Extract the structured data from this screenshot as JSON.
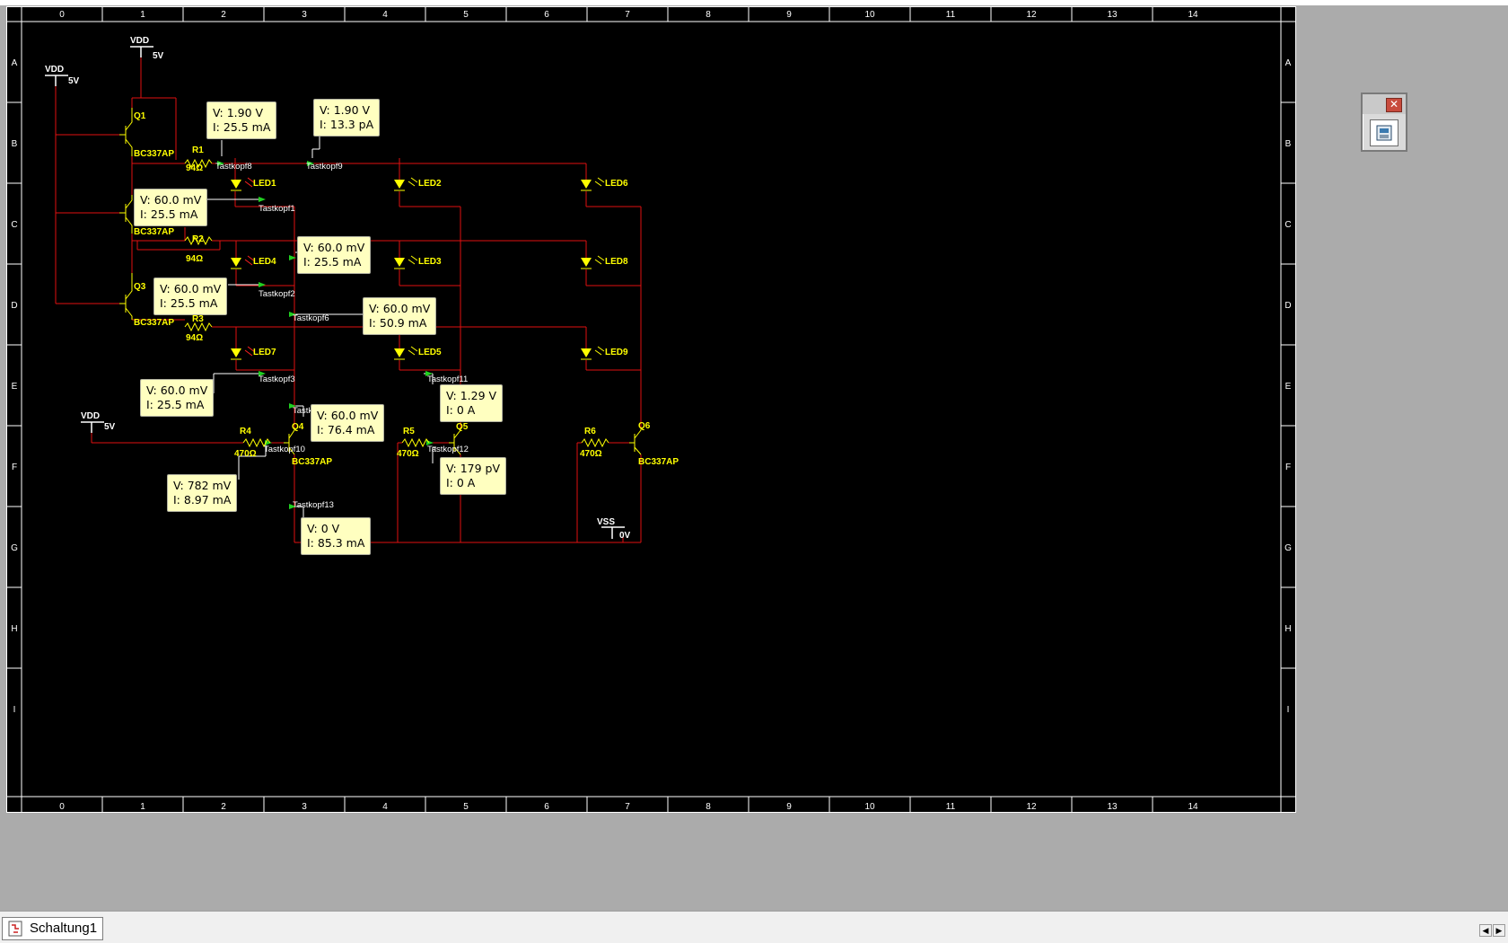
{
  "sheet_tab": {
    "label": "Schaltung1"
  },
  "ruler": {
    "columns": [
      "0",
      "1",
      "2",
      "3",
      "4",
      "5",
      "6",
      "7",
      "8",
      "9",
      "10",
      "11",
      "12",
      "13",
      "14"
    ],
    "rows": [
      "A",
      "B",
      "C",
      "D",
      "E",
      "F",
      "G",
      "H",
      "I"
    ]
  },
  "power": {
    "vdd_1": {
      "name": "VDD",
      "value": "5V"
    },
    "vdd_2": {
      "name": "VDD",
      "value": "5V"
    },
    "vdd_3": {
      "name": "VDD",
      "value": "5V"
    },
    "vss": {
      "name": "VSS",
      "value": "0V"
    }
  },
  "components": {
    "q1": {
      "ref": "Q1",
      "model": "BC337AP"
    },
    "q2": {
      "model": "BC337AP"
    },
    "q3": {
      "ref": "Q3",
      "model": "BC337AP"
    },
    "q4": {
      "ref": "Q4",
      "model": "BC337AP"
    },
    "q5": {
      "ref": "Q5"
    },
    "q6": {
      "ref": "Q6",
      "model": "BC337AP"
    },
    "r1": {
      "ref": "R1",
      "value": "94Ω"
    },
    "r2": {
      "ref": "R2",
      "value": "94Ω"
    },
    "r3": {
      "ref": "R3",
      "value": "94Ω"
    },
    "r4": {
      "ref": "R4",
      "value": "470Ω"
    },
    "r5": {
      "ref": "R5",
      "value": "470Ω"
    },
    "r6": {
      "ref": "R6",
      "value": "470Ω"
    },
    "led1": "LED1",
    "led2": "LED2",
    "led3": "LED3",
    "led4": "LED4",
    "led5": "LED5",
    "led6": "LED6",
    "led7": "LED7",
    "led8": "LED8",
    "led9": "LED9"
  },
  "probes": {
    "tk1": "Tastkopf1",
    "tk2": "Tastkopf2",
    "tk3": "Tastkopf3",
    "tk4": "Tastk",
    "tk6": "Tastkopf6",
    "tk8": "Tastkopf8",
    "tk9": "Tastkopf9",
    "tk10": "Tastkopf10",
    "tk11": "Tastkopf11",
    "tk12": "Tastkopf12",
    "tk13": "Tastkopf13"
  },
  "readouts": {
    "p8": {
      "v": "V: 1.90 V",
      "i": "I: 25.5 mA"
    },
    "p9": {
      "v": "V: 1.90 V",
      "i": "I: 13.3 pA"
    },
    "p1": {
      "v": "V: 60.0 mV",
      "i": "I: 25.5 mA"
    },
    "p4": {
      "v": "V: 60.0 mV",
      "i": "I: 25.5 mA"
    },
    "p2": {
      "v": "V: 60.0 mV",
      "i": "I: 25.5 mA"
    },
    "p6": {
      "v": "V: 60.0 mV",
      "i": "I: 50.9 mA"
    },
    "p3": {
      "v": "V: 60.0 mV",
      "i": "I: 25.5 mA"
    },
    "pq4": {
      "v": "V: 60.0 mV",
      "i": "I: 76.4 mA"
    },
    "p11": {
      "v": "V: 1.29 V",
      "i": "I: 0 A"
    },
    "p10": {
      "v": "V: 782 mV",
      "i": "I: 8.97 mA"
    },
    "p12": {
      "v": "V: 179 pV",
      "i": "I: 0 A"
    },
    "p13": {
      "v": "V: 0 V",
      "i": "I: 85.3 mA"
    }
  },
  "colors": {
    "wire": "#e01010",
    "component": "#ffff00",
    "tooltip_bg": "#ffffc0",
    "sheet_bg": "#000000",
    "workspace_bg": "#ababab"
  }
}
